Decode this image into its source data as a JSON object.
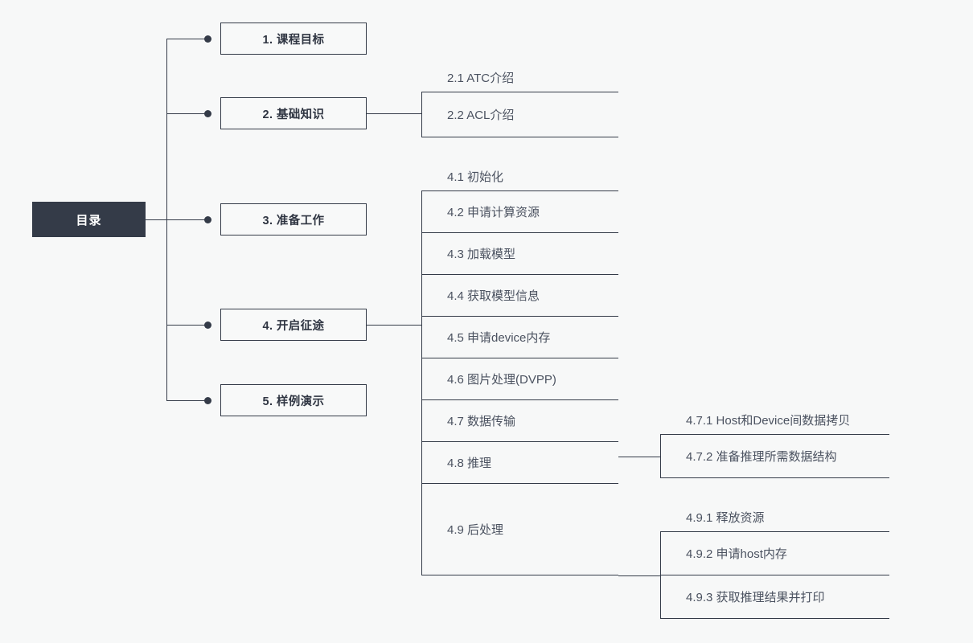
{
  "diagram": {
    "type": "mindmap-tree",
    "root": {
      "label": "目录"
    },
    "colors": {
      "background": "#f7f8f8",
      "root_fill": "#343b48",
      "root_text": "#ffffff",
      "line": "#343b48",
      "box_text": "#2f3542",
      "sub_text": "#4b5260"
    },
    "branches": [
      {
        "label": "1. 课程目标",
        "children": []
      },
      {
        "label": "2. 基础知识",
        "children": [
          {
            "label": "2.1 ATC介绍",
            "children": []
          },
          {
            "label": "2.2 ACL介绍",
            "children": []
          }
        ]
      },
      {
        "label": "3. 准备工作",
        "children": []
      },
      {
        "label": "4. 开启征途",
        "children": [
          {
            "label": "4.1 初始化",
            "children": []
          },
          {
            "label": "4.2 申请计算资源",
            "children": []
          },
          {
            "label": "4.3 加载模型",
            "children": []
          },
          {
            "label": "4.4 获取模型信息",
            "children": []
          },
          {
            "label": "4.5 申请device内存",
            "children": []
          },
          {
            "label": "4.6 图片处理(DVPP)",
            "children": []
          },
          {
            "label": "4.7 数据传输",
            "children": [
              {
                "label": "4.7.1 Host和Device间数据拷贝"
              },
              {
                "label": "4.7.2 准备推理所需数据结构"
              }
            ]
          },
          {
            "label": "4.8 推理",
            "children": []
          },
          {
            "label": "4.9 后处理",
            "children": [
              {
                "label": "4.9.1 释放资源"
              },
              {
                "label": "4.9.2 申请host内存"
              },
              {
                "label": "4.9.3 获取推理结果并打印"
              }
            ]
          }
        ]
      },
      {
        "label": "5. 样例演示",
        "children": []
      }
    ]
  }
}
